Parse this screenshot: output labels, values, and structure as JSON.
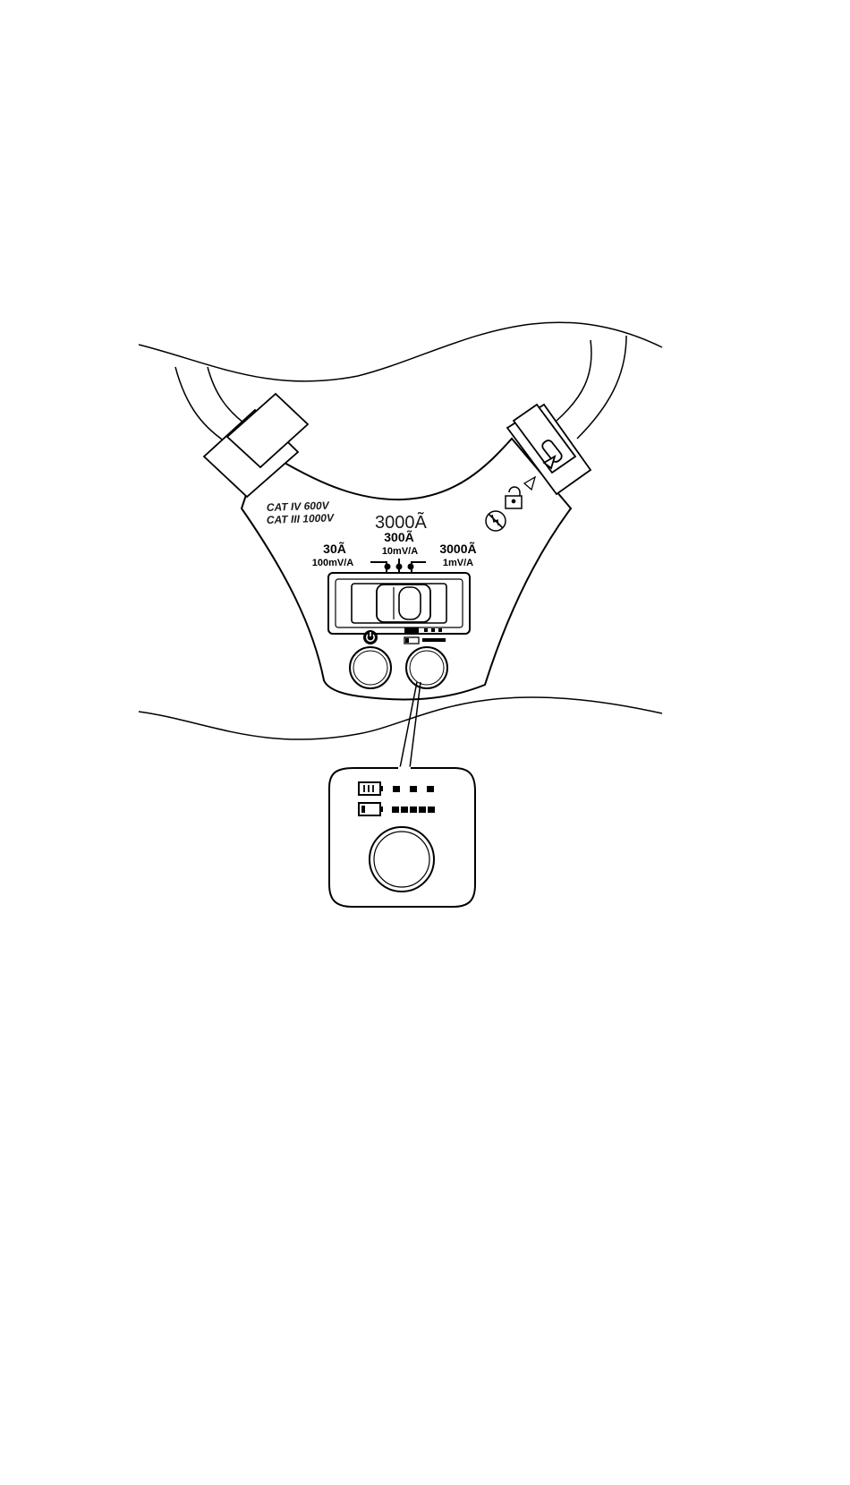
{
  "label": {
    "cat_iv": "CAT IV 600V",
    "cat_iii": "CAT III 1000V",
    "rating": "3000Ã"
  },
  "ranges": [
    {
      "range": "30Ã",
      "sensitivity": "100mV/A"
    },
    {
      "range": "300Ã",
      "sensitivity": "10mV/A"
    },
    {
      "range": "3000Ã",
      "sensitivity": "1mV/A"
    }
  ],
  "battery_indicator": {
    "full_segments": 3,
    "low_segments": 5
  },
  "colors": {
    "line": "#000000",
    "background": "#ffffff"
  },
  "icons": [
    "power-icon",
    "battery-full-icon",
    "battery-low-icon",
    "padlock-icon",
    "no-hand-icon",
    "arrow-icon"
  ]
}
